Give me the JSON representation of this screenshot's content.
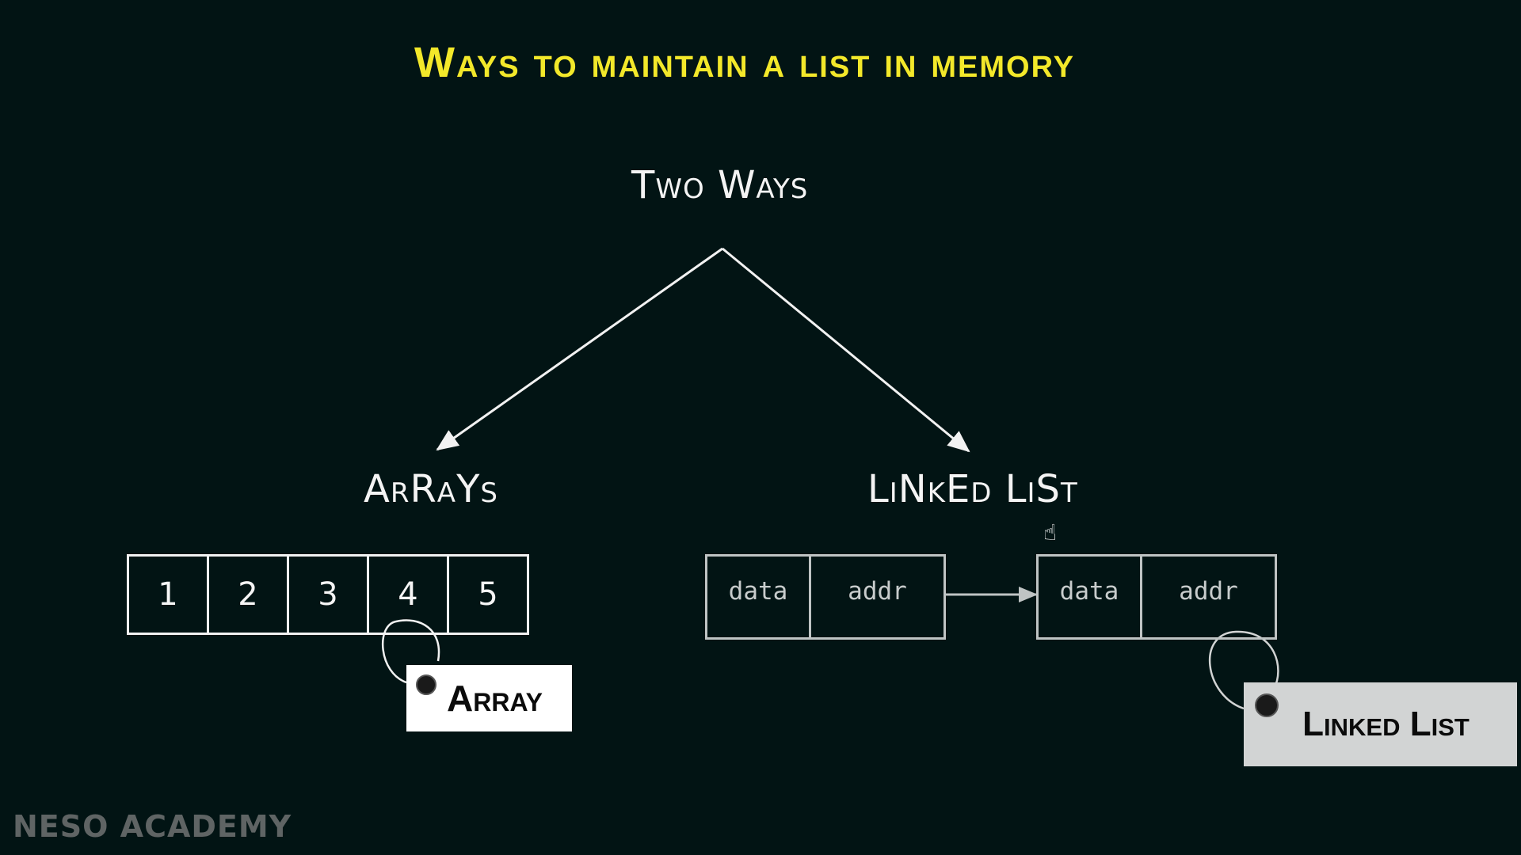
{
  "title": "Ways to maintain a list in memory",
  "tree": {
    "root": "Two Ways",
    "left": "ArRaYs",
    "right": "LiNkEd LiSt"
  },
  "array": {
    "cells": [
      "1",
      "2",
      "3",
      "4",
      "5"
    ],
    "tag": "Array"
  },
  "linked_list": {
    "nodes": [
      {
        "data": "data",
        "addr": "addr"
      },
      {
        "data": "data",
        "addr": "addr"
      }
    ],
    "tag": "Linked List"
  },
  "watermark": "NESO ACADEMY",
  "colors": {
    "background": "#021414",
    "title": "#f3e82a",
    "lines": "#f2f2f2",
    "node_border": "#bfc4c4"
  },
  "icons": {
    "cursor": "hand-pointer-icon"
  }
}
